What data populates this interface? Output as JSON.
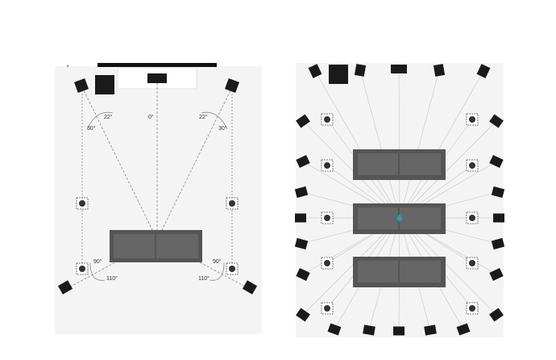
{
  "left_diagram": {
    "angle_labels": {
      "front_center": "0°",
      "front_left": "22°",
      "front_right": "22°",
      "front_left_outer": "30°",
      "front_right_outer": "30°",
      "side_left": "90°",
      "side_right": "90°",
      "rear_left": "110°",
      "rear_right": "110°"
    }
  },
  "colors": {
    "room_bg": "#f4f4f4",
    "speaker": "#1a1a1a",
    "sofa": "#555555",
    "line": "#888888",
    "center_marker": "#1fa0b0"
  }
}
